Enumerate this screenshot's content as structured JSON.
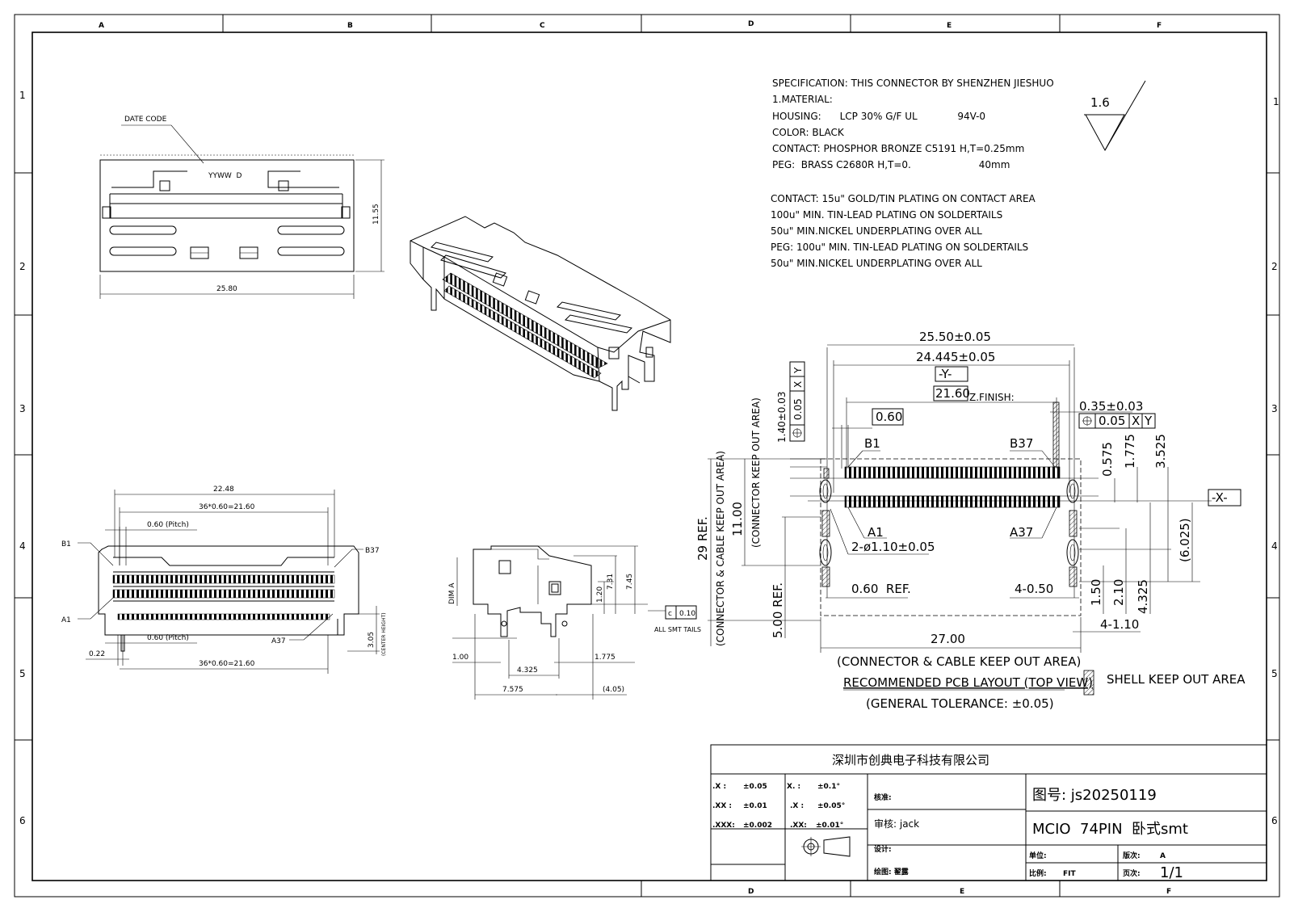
{
  "border": {
    "top_cols": [
      "A",
      "B",
      "C",
      "D",
      "E",
      "F"
    ],
    "bottom_cols": [
      "D",
      "E",
      "F"
    ],
    "rows": [
      "1",
      "2",
      "3",
      "4",
      "5",
      "6"
    ]
  },
  "specification": {
    "lines": [
      "SPECIFICATION: THIS CONNECTOR BY SHENZHEN JIESHUO",
      "1.MATERIAL:",
      "HOUSING:      LCP 30% G/F UL             94V-0",
      "COLOR: BLACK",
      "CONTACT:  PHOSPHOR BRONZE C5191 H,T=0.25mm",
      "PEG:  BRASS C2680R H,T=0.                      40mm",
      "",
      "CONTACT: 15u\" GOLD/TIN PLATING ON CONTACT AREA",
      "100u\" MIN. TIN-LEAD PLATING ON SOLDERTAILS",
      "50u\" MIN.NICKEL UNDERPLATING OVER ALL",
      "PEG: 100u\" MIN. TIN-LEAD PLATING ON SOLDERTAILS",
      "50u\" MIN.NICKEL UNDERPLATING OVER ALL"
    ]
  },
  "roughness": "1.6",
  "front_view": {
    "date_code": "DATE CODE",
    "marking": "YYWW  D",
    "width": "25.80",
    "height": "11.55"
  },
  "bottom_view": {
    "overall": "22.48",
    "pitch_top": "36*0.60=21.60",
    "pitch_label_top": "0.60 (Pitch)",
    "b1": "B1",
    "b37": "B37",
    "a1": "A1",
    "a37": "A37",
    "pitch_label_bottom": "0.60 (Pitch)",
    "offset": "0.22",
    "pitch_bottom": "36*0.60=21.60",
    "center_height": "3.05",
    "center_height_label": "(CENTER HEIGHT)"
  },
  "side_view": {
    "dim_a": "DIM A",
    "h1": "1.20",
    "h2": "7.31",
    "h3": "7.45",
    "tol_sym": "c",
    "tol_val": "0.10",
    "smt": "ALL SMT TAILS",
    "d1": "1.00",
    "d2": "4.325",
    "d3": "1.775",
    "d4": "7.575",
    "d5": "(4.05)"
  },
  "pcb_layout": {
    "w1": "25.50±0.05",
    "w2": "24.445±0.05",
    "datum_y": "-Y-",
    "basic": "21.60",
    "finish": "Z.FINISH:",
    "pitch_box": "0.60",
    "pos1": "0.05",
    "pos1_x": "X",
    "pos1_y": "Y",
    "pos_left_val": "1.40±0.03",
    "b1": "B1",
    "b37": "B37",
    "a1": "A1",
    "a37": "A37",
    "hole": "2-ø1.10±0.05",
    "ref_060": "0.60  REF.",
    "four_050": "4-0.50",
    "w_total": "27.00",
    "four_110": "4-1.10",
    "pin_w": "0.35±0.03",
    "pos2": "0.05",
    "pos2_x": "X",
    "pos2_y": "Y",
    "datum_x": "-X-",
    "v_0575": "0.575",
    "v_1775": "1.775",
    "v_3525": "3.525",
    "v_6025": "(6.025)",
    "v_150": "1.50",
    "v_210": "2.10",
    "v_4325": "4.325",
    "ref29": "29  REF.",
    "ref500": "5.00  REF.",
    "v_1100": "11.00",
    "keep_conn": "(CONNECTOR KEEP OUT AREA)",
    "keep_cc": "(CONNECTOR & CABLE KEEP OUT AREA)",
    "cap1": "(CONNECTOR & CABLE KEEP OUT AREA)",
    "cap2": "RECOMMENDED PCB LAYOUT (TOP VIEW)",
    "cap3": "(GENERAL TOLERANCE: ±0.05)",
    "shell": "SHELL KEEP OUT AREA"
  },
  "title_block": {
    "company": "深圳市创典电子科技有限公司",
    "tol": [
      [
        ".X  :",
        "±0.05",
        "X.  :",
        "±0.1°"
      ],
      [
        ".XX  :",
        "±0.01",
        ".X  :",
        "±0.05°"
      ],
      [
        ".XXX:",
        "±0.002",
        ".XX:",
        "±0.01°"
      ]
    ],
    "check": "核准:",
    "review": "审核: jack",
    "design": "设计:",
    "drawn": "绘图: 翟露",
    "drawing_no": "图号: js20250119",
    "product": "MCIO  74PIN  卧式smt",
    "unit": "单位:",
    "rev_label": "版次:",
    "rev": "A",
    "scale_label": "比例:",
    "scale": "FIT",
    "page_label": "页次:",
    "page": "1/1"
  }
}
